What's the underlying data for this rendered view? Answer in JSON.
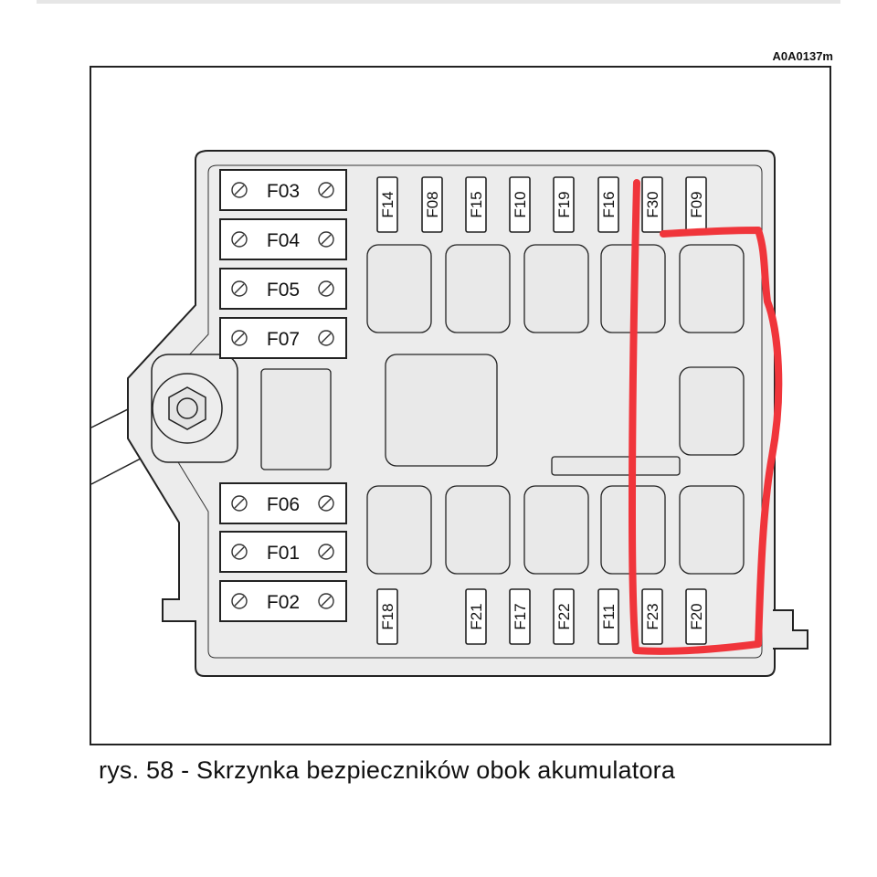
{
  "figure": {
    "reference_code": "A0A0137m",
    "caption": "rys. 58 - Skrzynka bezpieczników obok akumulatora"
  },
  "maxi_fuses": [
    "F03",
    "F04",
    "F05",
    "F07",
    "F06",
    "F01",
    "F02"
  ],
  "top_fuses": [
    "F14",
    "F08",
    "F15",
    "F10",
    "F19",
    "F16",
    "F30",
    "F09"
  ],
  "bottom_fuses": [
    "F18",
    "F21",
    "F17",
    "F22",
    "F11",
    "F23",
    "F20"
  ],
  "colors": {
    "line": "#222222",
    "box_fill": "#ededed",
    "annotation": "#f0353b"
  }
}
